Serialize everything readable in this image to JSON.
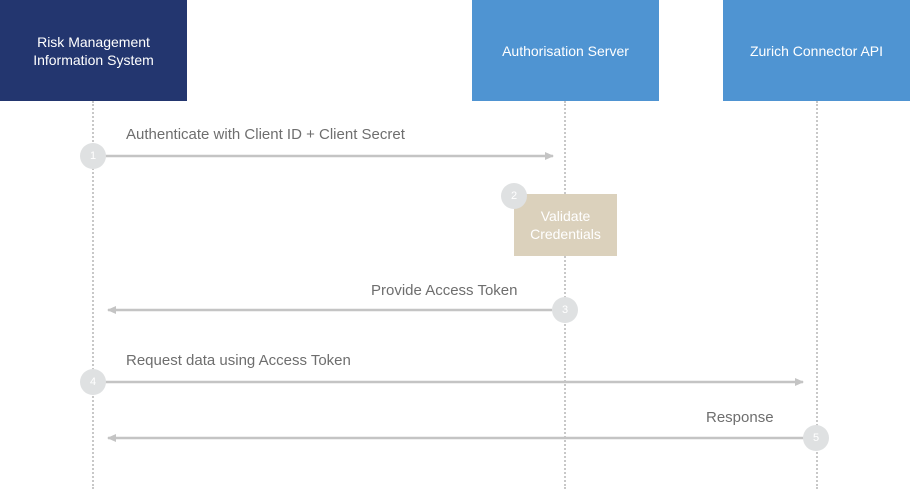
{
  "actors": {
    "rmis": "Risk Management\nInformation System",
    "auth": "Authorisation Server",
    "zurich": "Zurich Connector API"
  },
  "messages": {
    "m1": "Authenticate with Client ID + Client Secret",
    "m3": "Provide Access Token",
    "m4": "Request data using Access Token",
    "m5": "Response"
  },
  "process": {
    "validate": "Validate\nCredentials"
  },
  "steps": {
    "s1": "1",
    "s2": "2",
    "s3": "3",
    "s4": "4",
    "s5": "5"
  },
  "colors": {
    "actor_primary": "#23366f",
    "actor_secondary": "#4f94d2",
    "process_box": "#dbd1bc",
    "arrow": "#c4c4c4",
    "step_circle": "#dfe1e2"
  }
}
